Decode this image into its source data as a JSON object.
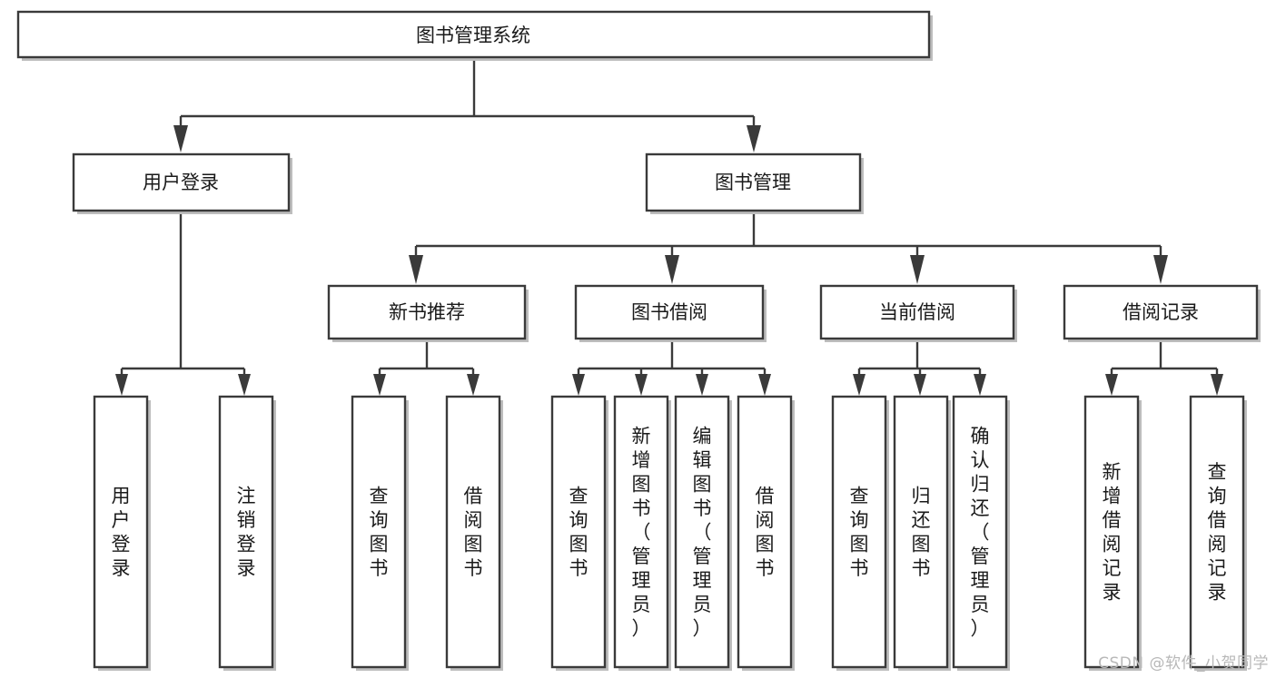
{
  "diagram": {
    "type": "tree",
    "title": "图书管理系统",
    "orientation": "top-down",
    "watermark": "CSDN @软件_小贺同学",
    "colors": {
      "box_fill": "#ffffff",
      "box_stroke": "#3a3a3a",
      "box_shadow": "#bdbdbd",
      "text": "#1a1a1a",
      "watermark": "#b8b8b8",
      "background": "#ffffff"
    },
    "root": {
      "id": "root",
      "label": "图书管理系统"
    },
    "level2": [
      {
        "id": "user-login",
        "label": "用户登录"
      },
      {
        "id": "book-manage",
        "label": "图书管理"
      }
    ],
    "level3": [
      {
        "id": "new-book-recommend",
        "label": "新书推荐",
        "parent": "book-manage"
      },
      {
        "id": "book-borrow",
        "label": "图书借阅",
        "parent": "book-manage"
      },
      {
        "id": "current-borrow",
        "label": "当前借阅",
        "parent": "book-manage"
      },
      {
        "id": "borrow-record",
        "label": "借阅记录",
        "parent": "book-manage"
      }
    ],
    "leaves": {
      "user-login": [
        {
          "id": "leaf-user-login",
          "label": "用户登录"
        },
        {
          "id": "leaf-logout",
          "label": "注销登录"
        }
      ],
      "new-book-recommend": [
        {
          "id": "leaf-query-book-1",
          "label": "查询图书"
        },
        {
          "id": "leaf-borrow-book-1",
          "label": "借阅图书"
        }
      ],
      "book-borrow": [
        {
          "id": "leaf-query-book-2",
          "label": "查询图书"
        },
        {
          "id": "leaf-add-book",
          "label": "新增图书（管理员）"
        },
        {
          "id": "leaf-edit-book",
          "label": "编辑图书（管理员）"
        },
        {
          "id": "leaf-borrow-book-2",
          "label": "借阅图书"
        }
      ],
      "current-borrow": [
        {
          "id": "leaf-query-book-3",
          "label": "查询图书"
        },
        {
          "id": "leaf-return-book",
          "label": "归还图书"
        },
        {
          "id": "leaf-confirm-return",
          "label": "确认归还（管理员）"
        }
      ],
      "borrow-record": [
        {
          "id": "leaf-add-record",
          "label": "新增借阅记录"
        },
        {
          "id": "leaf-query-record",
          "label": "查询借阅记录"
        }
      ]
    }
  }
}
